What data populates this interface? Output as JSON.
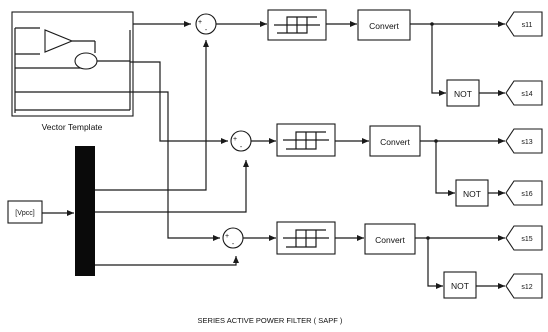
{
  "diagram": {
    "caption": "SERIES ACTIVE POWER FILTER ( SAPF )",
    "vector_template_label": "Vector Template",
    "input_label": "[Vpcc]",
    "sum_signs": [
      "+",
      "-"
    ],
    "convert_label": "Convert",
    "not_label": "NOT",
    "outputs": [
      "s11",
      "s14",
      "s13",
      "s16",
      "s15",
      "s12"
    ]
  },
  "colors": {
    "line": "#1a1a1a",
    "mux_bar": "#0a0a0a",
    "background": "#ffffff"
  }
}
